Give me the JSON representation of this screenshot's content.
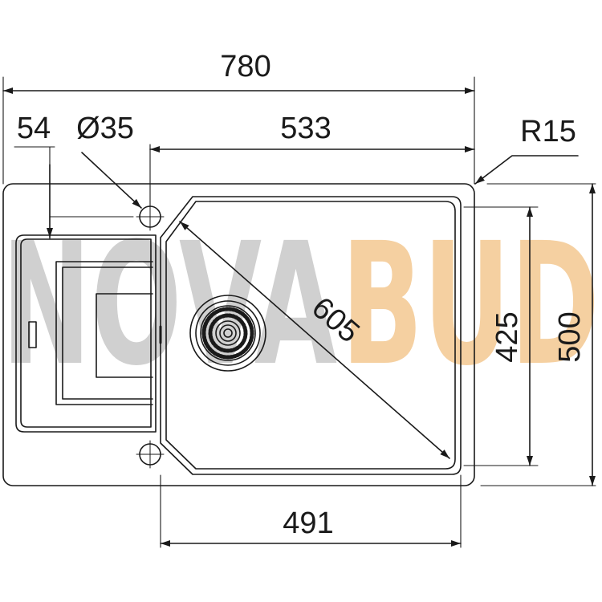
{
  "watermark": {
    "text_left": "NOVA",
    "text_right": "BUD",
    "color_left": "#c8c8c8",
    "color_right": "#f3c58a"
  },
  "dimensions": {
    "overall_width": "780",
    "edge_offset": "54",
    "hole_diameter": "Ø35",
    "bowl_width": "533",
    "corner_radius": "R15",
    "bowl_diagonal": "605",
    "bowl_depth": "425",
    "overall_depth": "500",
    "bowl_bottom_width": "491"
  },
  "colors": {
    "line": "#1a1a1a",
    "background": "#ffffff"
  }
}
